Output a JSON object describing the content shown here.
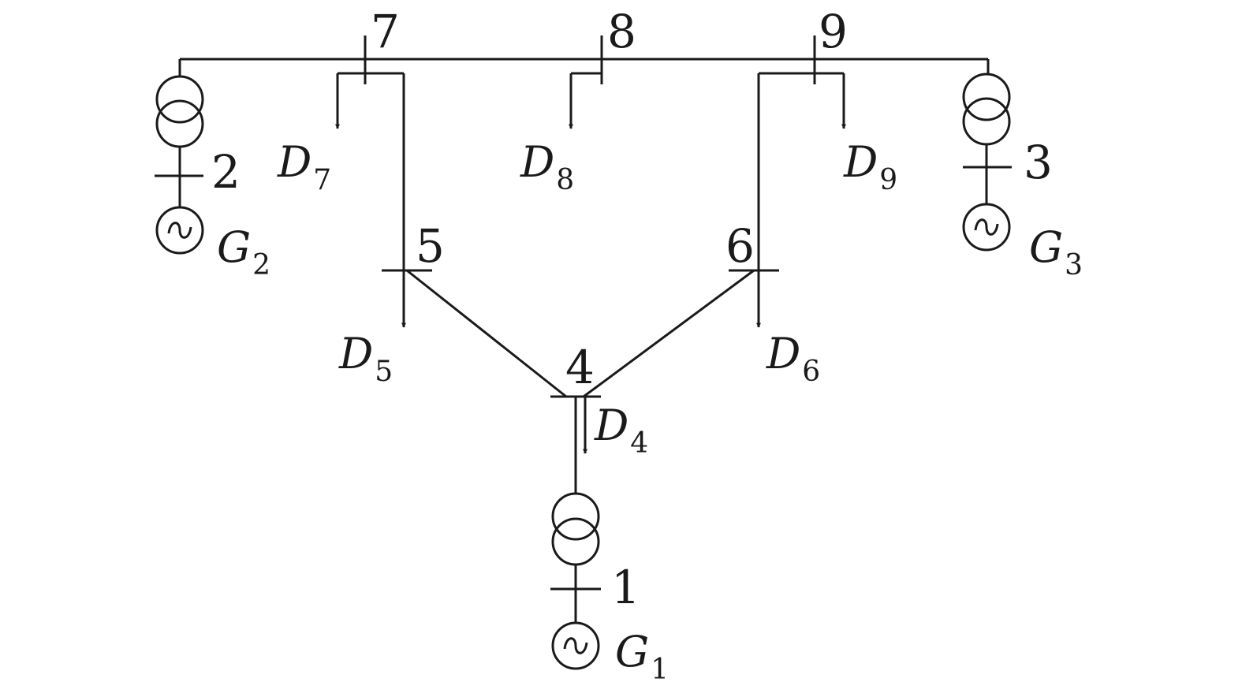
{
  "buses": [
    "1",
    "2",
    "3",
    "4",
    "5",
    "6",
    "7",
    "8",
    "9"
  ],
  "generators": [
    {
      "letter": "G",
      "sub": "1"
    },
    {
      "letter": "G",
      "sub": "2"
    },
    {
      "letter": "G",
      "sub": "3"
    }
  ],
  "loads": [
    {
      "letter": "D",
      "sub": "4"
    },
    {
      "letter": "D",
      "sub": "5"
    },
    {
      "letter": "D",
      "sub": "6"
    },
    {
      "letter": "D",
      "sub": "7"
    },
    {
      "letter": "D",
      "sub": "8"
    },
    {
      "letter": "D",
      "sub": "9"
    }
  ],
  "colors": {
    "line": "#1a1a1a",
    "background": "#ffffff"
  },
  "icons": [
    "transformer-icon",
    "generator-icon",
    "load-arrow-icon"
  ]
}
